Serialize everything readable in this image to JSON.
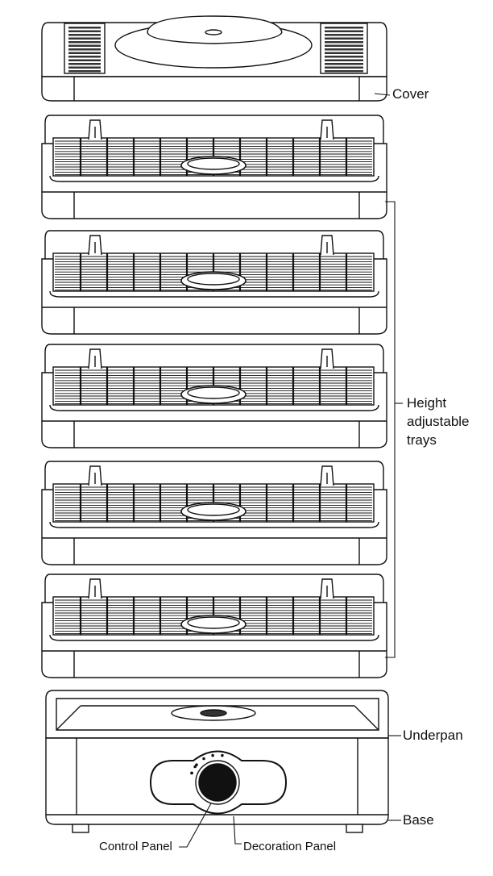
{
  "labels": {
    "cover": "Cover",
    "trays": [
      "Height",
      "adjustable",
      "trays"
    ],
    "underpan": "Underpan",
    "base": "Base",
    "control_panel": "Control Panel",
    "decoration_panel": "Decoration Panel"
  },
  "tray_count": 5,
  "colors": {
    "line": "#111111",
    "background": "#ffffff"
  }
}
